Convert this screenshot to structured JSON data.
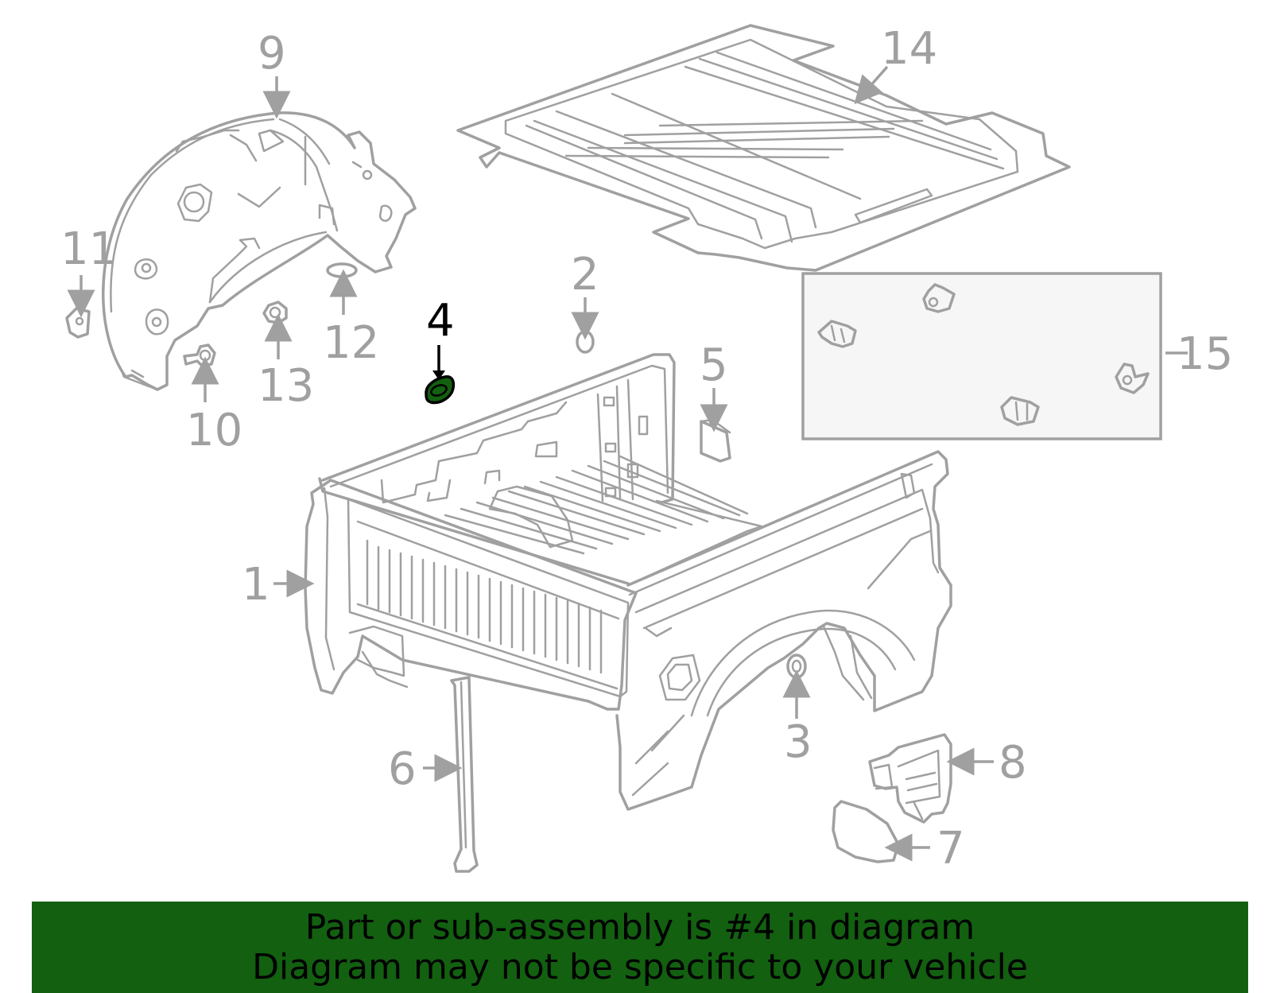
{
  "callouts": {
    "c1": "1",
    "c2": "2",
    "c3": "3",
    "c4": "4",
    "c5": "5",
    "c6": "6",
    "c7": "7",
    "c8": "8",
    "c9": "9",
    "c10": "10",
    "c11": "11",
    "c12": "12",
    "c13": "13",
    "c14": "14",
    "c15": "15"
  },
  "highlight": {
    "part_number": "4",
    "color": "#126010"
  },
  "colors": {
    "linework": "#a0a0a0",
    "banner": "#126010",
    "box_fill": "#f6f6f6"
  },
  "banner": {
    "line1": "Part or sub-assembly is #4 in diagram",
    "line2": "Diagram may not be specific to your vehicle"
  }
}
